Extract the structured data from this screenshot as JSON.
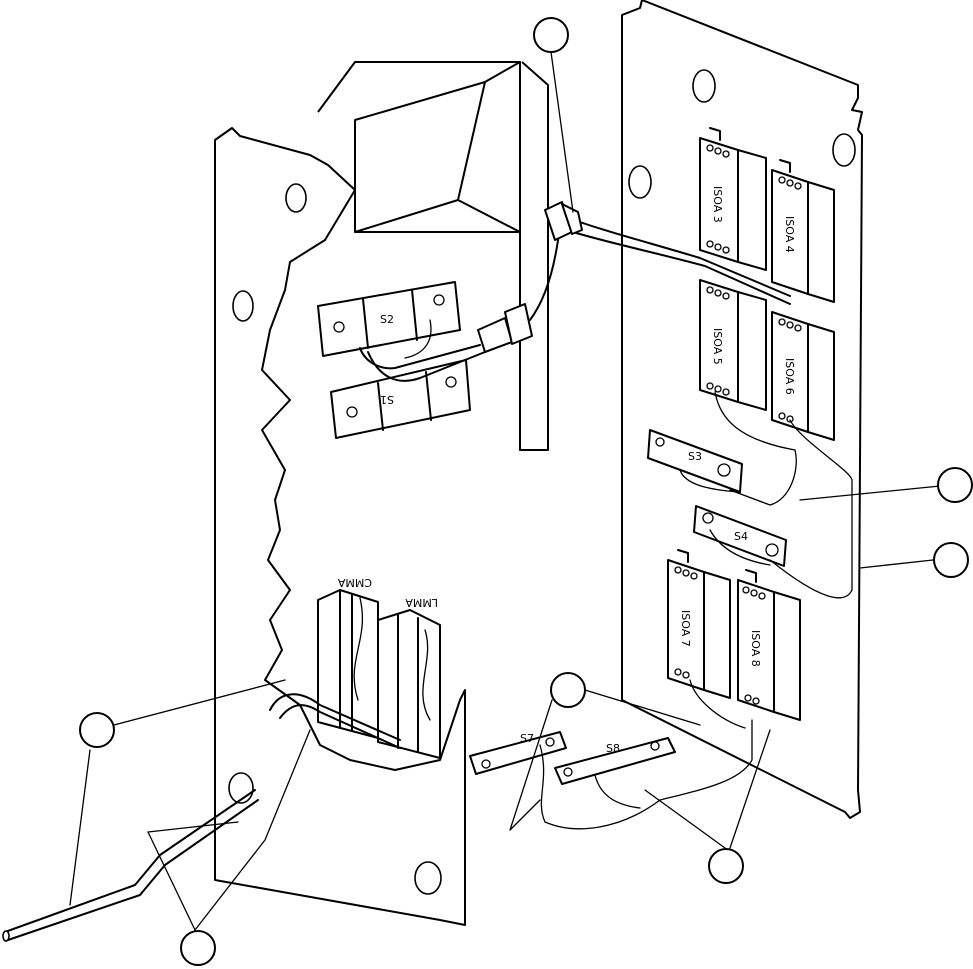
{
  "labels": {
    "s1": "S1",
    "s2": "S2",
    "s3": "S3",
    "s4": "S4",
    "s7": "S7",
    "s8": "S8",
    "isoa3": "ISOA 3",
    "isoa4": "ISOA 4",
    "isoa5": "ISOA 5",
    "isoa6": "ISOA 6",
    "isoa7": "ISOA 7",
    "isoa8": "ISOA 8",
    "cmma": "CMMA",
    "lmma": "LMMA"
  }
}
